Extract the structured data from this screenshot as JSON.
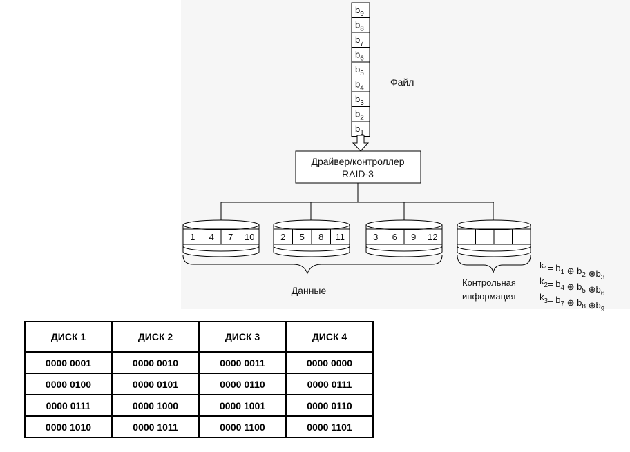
{
  "diagram": {
    "file_label": "Файл",
    "file_blocks": [
      {
        "base": "b",
        "sub": "9"
      },
      {
        "base": "b",
        "sub": "8"
      },
      {
        "base": "b",
        "sub": "7"
      },
      {
        "base": "b",
        "sub": "6"
      },
      {
        "base": "b",
        "sub": "5"
      },
      {
        "base": "b",
        "sub": "4"
      },
      {
        "base": "b",
        "sub": "3"
      },
      {
        "base": "b",
        "sub": "2"
      },
      {
        "base": "b",
        "sub": "1"
      }
    ],
    "controller": {
      "line1": "Драйвер/контроллер",
      "line2": "RAID-3"
    },
    "data_disks": [
      {
        "segments": [
          "1",
          "4",
          "7",
          "10"
        ]
      },
      {
        "segments": [
          "2",
          "5",
          "8",
          "11"
        ]
      },
      {
        "segments": [
          "3",
          "6",
          "9",
          "12"
        ]
      }
    ],
    "parity_disk": {
      "segments": [
        "",
        "",
        "",
        ""
      ]
    },
    "data_label": "Данные",
    "control_label": {
      "line1": "Контрольная",
      "line2": "информация"
    },
    "formulas": [
      {
        "k": "1",
        "terms": [
          "1",
          "2",
          "3"
        ]
      },
      {
        "k": "2",
        "terms": [
          "4",
          "5",
          "6"
        ]
      },
      {
        "k": "3",
        "terms": [
          "7",
          "8",
          "9"
        ]
      }
    ]
  },
  "table": {
    "headers": [
      "ДИСК 1",
      "ДИСК 2",
      "ДИСК 3",
      "ДИСК 4"
    ],
    "rows": [
      [
        "0000 0001",
        "0000 0010",
        "0000 0011",
        "0000 0000"
      ],
      [
        "0000 0100",
        "0000 0101",
        "0000 0110",
        "0000 0111"
      ],
      [
        "0000 0111",
        "0000 1000",
        "0000 1001",
        "0000 0110"
      ],
      [
        "0000 1010",
        "0000 1011",
        "0000 1100",
        "0000 1101"
      ]
    ]
  }
}
